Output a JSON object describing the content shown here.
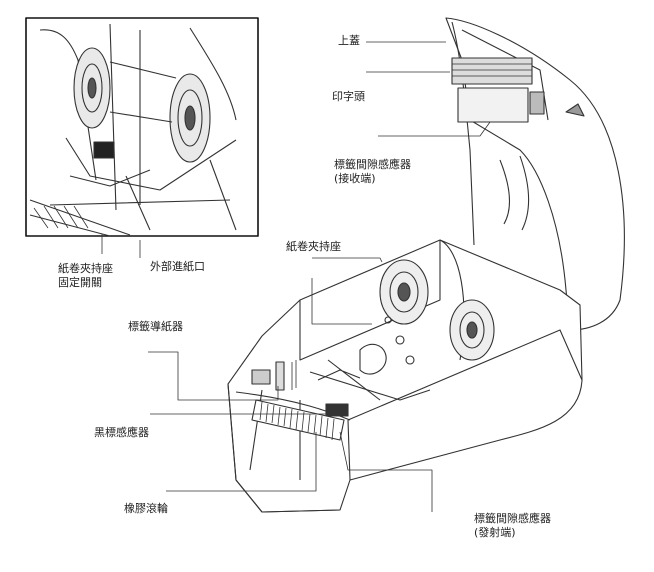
{
  "labels": {
    "top_cover": "上蓋",
    "print_head": "印字頭",
    "gap_sensor_receiver": {
      "line1": "標籤間隙感應器",
      "line2": "(接收端)"
    },
    "roll_holder_fixed_switch": {
      "line1": "紙卷夾持座",
      "line2": "固定開關"
    },
    "external_feed_slot": "外部進紙口",
    "roll_holder": "紙卷夾持座",
    "label_guide": "標籤導紙器",
    "black_mark_sensor": "黑標感應器",
    "rubber_roller": "橡膠滾輪",
    "gap_sensor_emitter": {
      "line1": "標籤間隙感應器",
      "line2": "(發射端)"
    }
  }
}
